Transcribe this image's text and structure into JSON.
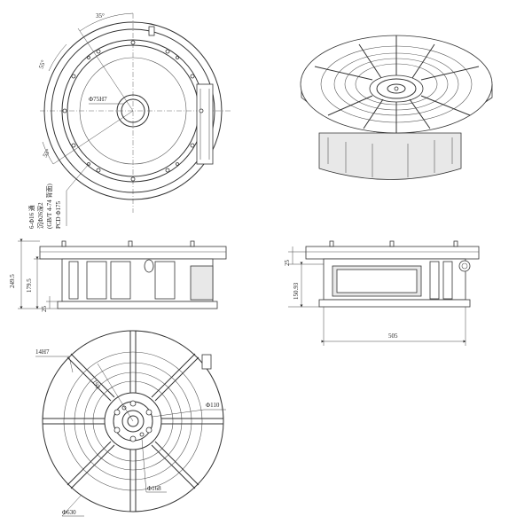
{
  "top_view": {
    "angle_top": "35°",
    "angle_left": "55°",
    "angle_bottom": "55°",
    "bore_label": "Φ75H7",
    "note_holes": "6-Φ16 通",
    "note_counterbore": "沉Φ26深2",
    "note_gb": "(GB/T 4-74 背面)",
    "note_pcd": "PCD Φ175"
  },
  "front_view": {
    "dim_total": "249.5",
    "dim_mid": "179.5",
    "dim_base": "25"
  },
  "side_view": {
    "dim_top": "25",
    "dim_height": "150.93",
    "dim_width": "505"
  },
  "bottom_view": {
    "slot_label": "14H7",
    "radius_label": "193",
    "center_label": "Φ110",
    "pcd_label": "Φ168",
    "outer_label": "Φ630"
  }
}
